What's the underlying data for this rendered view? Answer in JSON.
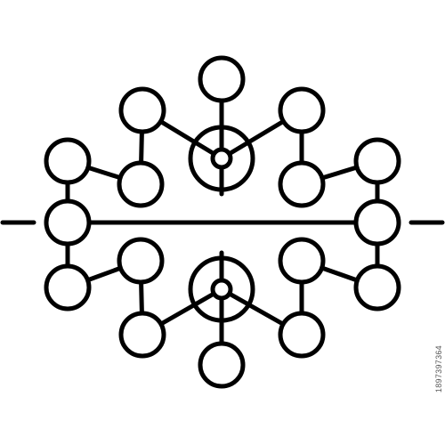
{
  "figure": {
    "subject": "network-node-icon",
    "stroke_color": "#000000",
    "fill_color": "#ffffff",
    "background_color": "#ffffff",
    "nodes": [
      {
        "id": "top-center"
      },
      {
        "id": "top-left-upper"
      },
      {
        "id": "top-right-upper"
      },
      {
        "id": "top-left-mid"
      },
      {
        "id": "top-right-mid"
      },
      {
        "id": "left-upper"
      },
      {
        "id": "right-upper"
      },
      {
        "id": "left-middle"
      },
      {
        "id": "right-middle"
      },
      {
        "id": "left-lower"
      },
      {
        "id": "right-lower"
      },
      {
        "id": "bottom-left-mid"
      },
      {
        "id": "bottom-right-mid"
      },
      {
        "id": "bottom-left-lower"
      },
      {
        "id": "bottom-right-lower"
      },
      {
        "id": "bottom-center"
      }
    ],
    "hubs": [
      {
        "id": "upper-hub"
      },
      {
        "id": "lower-hub"
      }
    ]
  },
  "watermark": {
    "stock_id": "1897397364"
  }
}
